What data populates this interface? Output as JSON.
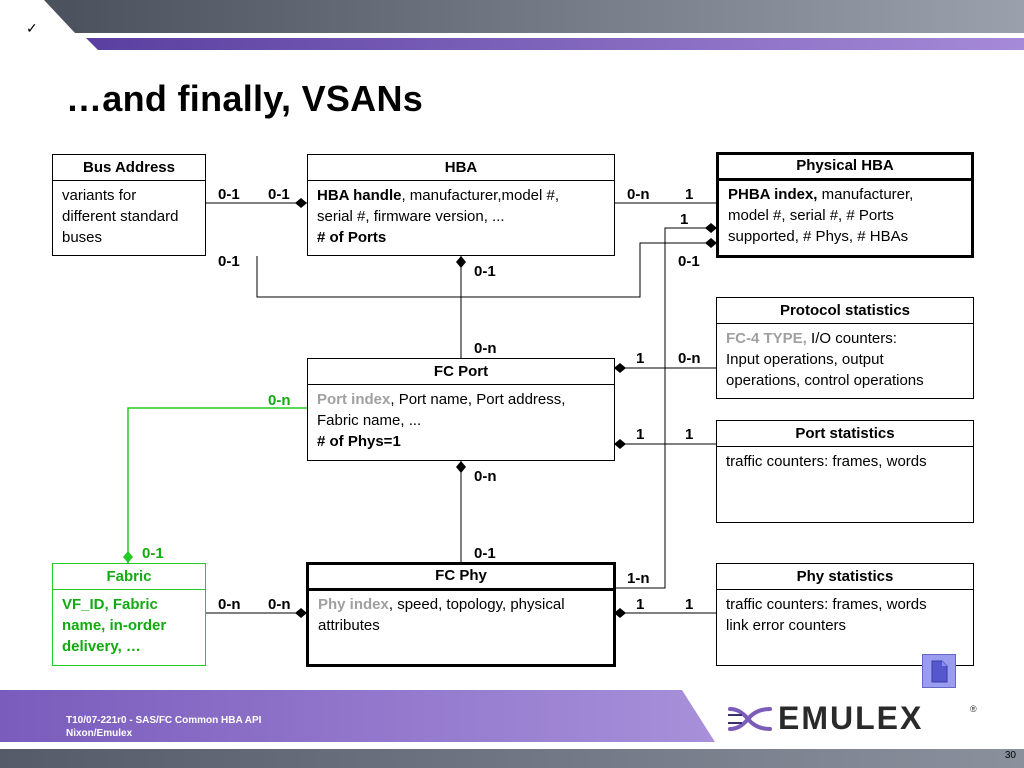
{
  "checkmark": "✓",
  "title": "…and finally, VSANs",
  "boxes": {
    "bus_address": {
      "header": "Bus Address",
      "line1": "variants for",
      "line2": "different standard",
      "line3": "buses"
    },
    "hba": {
      "header": "HBA",
      "bold1": "HBA handle",
      "rest1": ", manufacturer,model #,",
      "line2": "serial #, firmware version, ...",
      "bold3": "# of Ports"
    },
    "physical_hba": {
      "header": "Physical HBA",
      "bold1": "PHBA index,",
      "rest1": " manufacturer,",
      "line2": "model #, serial #, # Ports",
      "line3": "supported, # Phys, # HBAs"
    },
    "protocol_statistics": {
      "header": "Protocol statistics",
      "grey1": "FC-4 TYPE,",
      "rest1": " I/O counters:",
      "line2": "Input operations, output",
      "line3": "operations, control operations"
    },
    "fc_port": {
      "header": "FC Port",
      "grey1": "Port index",
      "rest1": ", Port name, Port address,",
      "line2": "Fabric name, ...",
      "bold3": "# of Phys=1"
    },
    "port_statistics": {
      "header": "Port statistics",
      "line1": "traffic counters: frames, words"
    },
    "fabric": {
      "header": "Fabric",
      "line1": "VF_ID, Fabric",
      "line2": "name, in-order",
      "line3": "delivery, …"
    },
    "fc_phy": {
      "header": "FC Phy",
      "grey1": "Phy index",
      "rest1": ", speed, topology, physical",
      "line2": "attributes"
    },
    "phy_statistics": {
      "header": "Phy statistics",
      "line1": "traffic counters: frames, words",
      "line2": "link error counters"
    }
  },
  "labels": {
    "bus_hba_left": "0-1",
    "bus_hba_right": "0-1",
    "bus_bottom": "0-1",
    "hba_phba_left": "0-n",
    "hba_phba_right": "1",
    "phba_phy_1": "1",
    "phba_bottom": "0-1",
    "hba_bottom": "0-1",
    "port_top": "0-n",
    "port_proto_left": "1",
    "port_proto_right": "0-n",
    "port_fabric": "0-n",
    "port_stats_left": "1",
    "port_stats_right": "1",
    "port_bottom": "0-n",
    "phy_top": "0-1",
    "fabric_top": "0-1",
    "phy_phba": "1-n",
    "fabric_phy_left": "0-n",
    "fabric_phy_right": "0-n",
    "phy_stats_left": "1",
    "phy_stats_right": "1"
  },
  "footer": {
    "line1": "T10/07-221r0 - SAS/FC Common HBA API",
    "line2": "Nixon/Emulex",
    "logo": "EMULEX",
    "page_number": "30"
  },
  "colors": {
    "accent_purple": "#7b5cb8",
    "green": "#22cc22",
    "band_grey": "#5a6070"
  }
}
